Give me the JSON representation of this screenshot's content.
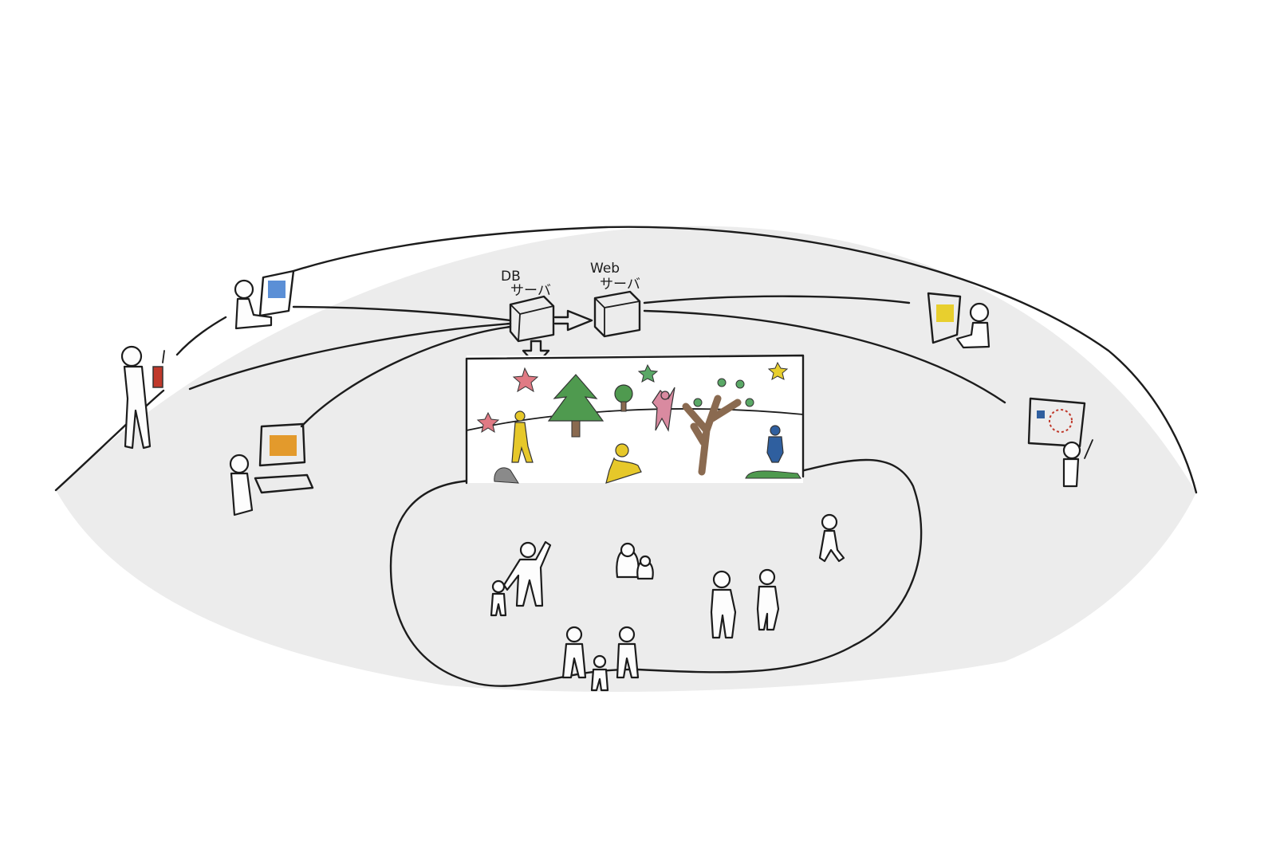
{
  "labels": {
    "db_line1": "DB",
    "db_line2": "サーバ",
    "web_line1": "Web",
    "web_line2": "サーバ"
  },
  "colors": {
    "dome_fill": "#ececec",
    "pool_fill": "#d9ebe6",
    "ink": "#1c1c1c",
    "tree_green": "#4f9a4f",
    "trunk_brown": "#8a6a50",
    "star_pink": "#e07a84",
    "star_yellow": "#e8cf2e",
    "star_green": "#5aa866",
    "figure_yellow": "#e6c82a",
    "figure_pink": "#d98aa0",
    "figure_blue": "#2f5f9f",
    "phone_red": "#c0392b",
    "screen_blue": "#5b8fd6",
    "screen_orange": "#e39a2c"
  },
  "nodes": [
    {
      "id": "phone-user",
      "icon": "person-with-phone-icon"
    },
    {
      "id": "laptop-user-1",
      "icon": "person-with-laptop-icon"
    },
    {
      "id": "pc-user",
      "icon": "person-at-computer-icon"
    },
    {
      "id": "db-server",
      "icon": "server-box-icon"
    },
    {
      "id": "web-server",
      "icon": "server-box-icon"
    },
    {
      "id": "laptop-user-2",
      "icon": "person-with-laptop-icon"
    },
    {
      "id": "tablet-user",
      "icon": "person-with-tablet-icon"
    },
    {
      "id": "display-screen",
      "icon": "projected-screen-icon"
    }
  ]
}
